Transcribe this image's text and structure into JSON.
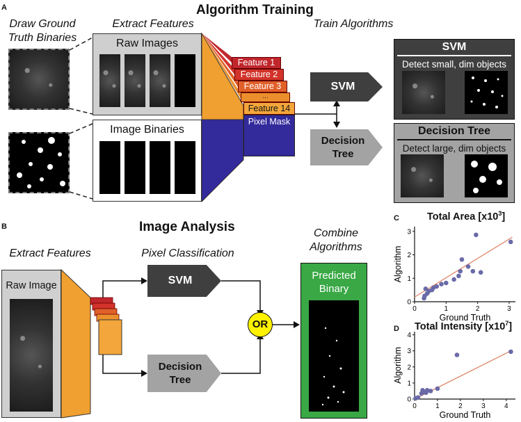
{
  "panels": {
    "a_letter": "A",
    "b_letter": "B",
    "c_letter": "C",
    "d_letter": "D"
  },
  "training": {
    "title": "Algorithm Training",
    "draw_caption_1": "Draw Ground",
    "draw_caption_2": "Truth Binaries",
    "extract_caption": "Extract Features",
    "train_caption": "Train Algorithms",
    "raw_images_label": "Raw Images",
    "image_binaries_label": "Image Binaries",
    "features": [
      "Feature 1",
      "Feature 2",
      "Feature 3",
      "...",
      "Feature 14"
    ],
    "pixel_mask": "Pixel Mask",
    "svm_button": "SVM",
    "dt_line1": "Decision",
    "dt_line2": "Tree",
    "svm_panel_title": "SVM",
    "svm_panel_desc": "Detect small, dim objects",
    "dt_panel_title": "Decision Tree",
    "dt_panel_desc": "Detect large, dim objects"
  },
  "analysis": {
    "title": "Image Analysis",
    "extract_caption": "Extract Features",
    "pixel_caption": "Pixel Classification",
    "combine_line1": "Combine",
    "combine_line2": "Algorithms",
    "raw_image_label": "Raw Image",
    "svm_button": "SVM",
    "dt_line1": "Decision",
    "dt_line2": "Tree",
    "or_label": "OR",
    "predicted_line1": "Predicted",
    "predicted_line2": "Binary"
  },
  "colors": {
    "feature_1": "#c0272d",
    "feature_2": "#d2332a",
    "feature_3": "#e1602a",
    "feature_dots": "#eb8f2c",
    "feature_14": "#f3a63b",
    "orange_prism": "#f0a030",
    "blue_prism": "#332a9c",
    "svm_dark": "#3f3f3f",
    "dt_gray": "#a3a3a3",
    "or_yellow": "#fff200",
    "predicted_green": "#39a845",
    "points": "#6a6aa8",
    "fit_line": "#e0876a"
  },
  "chart_data": [
    {
      "type": "scatter",
      "title": "Total Area [x10",
      "title_sup": "3",
      "title_end": "]",
      "xlabel": "Ground Truth",
      "ylabel": "Algorithm",
      "xlim": [
        0,
        3.2
      ],
      "ylim": [
        0,
        3.2
      ],
      "xticks": [
        "0",
        "1",
        "2",
        "3"
      ],
      "yticks": [
        "0",
        "1",
        "2",
        "3"
      ],
      "points": [
        [
          0.3,
          0.15
        ],
        [
          0.32,
          0.25
        ],
        [
          0.35,
          0.55
        ],
        [
          0.4,
          0.35
        ],
        [
          0.45,
          0.45
        ],
        [
          0.55,
          0.5
        ],
        [
          0.6,
          0.6
        ],
        [
          0.7,
          0.65
        ],
        [
          0.85,
          0.75
        ],
        [
          1.0,
          0.8
        ],
        [
          1.25,
          0.95
        ],
        [
          1.4,
          1.1
        ],
        [
          1.45,
          1.3
        ],
        [
          1.5,
          1.8
        ],
        [
          1.7,
          1.5
        ],
        [
          1.85,
          1.3
        ],
        [
          1.95,
          2.85
        ],
        [
          2.1,
          1.25
        ],
        [
          3.05,
          2.55
        ]
      ],
      "fit": [
        [
          0.0,
          0.2
        ],
        [
          3.1,
          2.75
        ]
      ]
    },
    {
      "type": "scatter",
      "title": "Total Intensity  [x10",
      "title_sup": "7",
      "title_end": "]",
      "xlabel": "Ground Truth",
      "ylabel": "Algorithm",
      "xlim": [
        0,
        4.4
      ],
      "ylim": [
        0,
        4.2
      ],
      "xticks": [
        "0",
        "1",
        "2",
        "3",
        "4"
      ],
      "yticks": [
        "0",
        "1",
        "2",
        "3",
        "4"
      ],
      "points": [
        [
          0.05,
          0.05
        ],
        [
          0.15,
          0.1
        ],
        [
          0.3,
          0.35
        ],
        [
          0.35,
          0.55
        ],
        [
          0.4,
          0.45
        ],
        [
          0.5,
          0.4
        ],
        [
          0.55,
          0.55
        ],
        [
          0.7,
          0.5
        ],
        [
          1.0,
          0.65
        ],
        [
          1.85,
          2.75
        ],
        [
          4.2,
          2.95
        ]
      ],
      "fit": [
        [
          0.0,
          0.0
        ],
        [
          4.2,
          3.0
        ]
      ]
    }
  ]
}
